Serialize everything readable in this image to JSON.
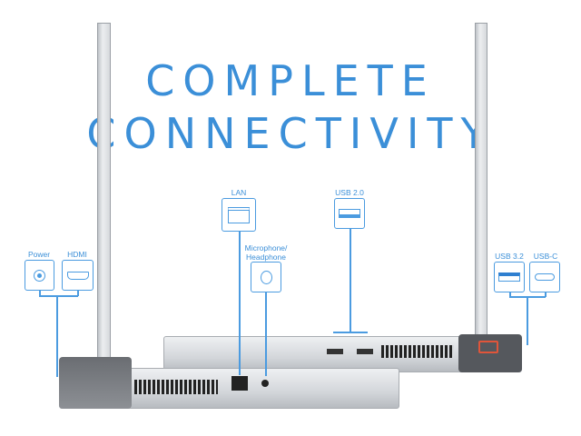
{
  "headline": {
    "line1": "COMPLETE",
    "line2": "CONNECTIVITY"
  },
  "ports": {
    "power": "Power",
    "hdmi": "HDMI",
    "lan": "LAN",
    "mic_line1": "Microphone/",
    "mic_line2": "Headphone",
    "usb20": "USB 2.0",
    "usb32": "USB 3.2",
    "usbc": "USB-C"
  },
  "colors": {
    "accent": "#3b8fd8",
    "logo": "#e0553a"
  }
}
